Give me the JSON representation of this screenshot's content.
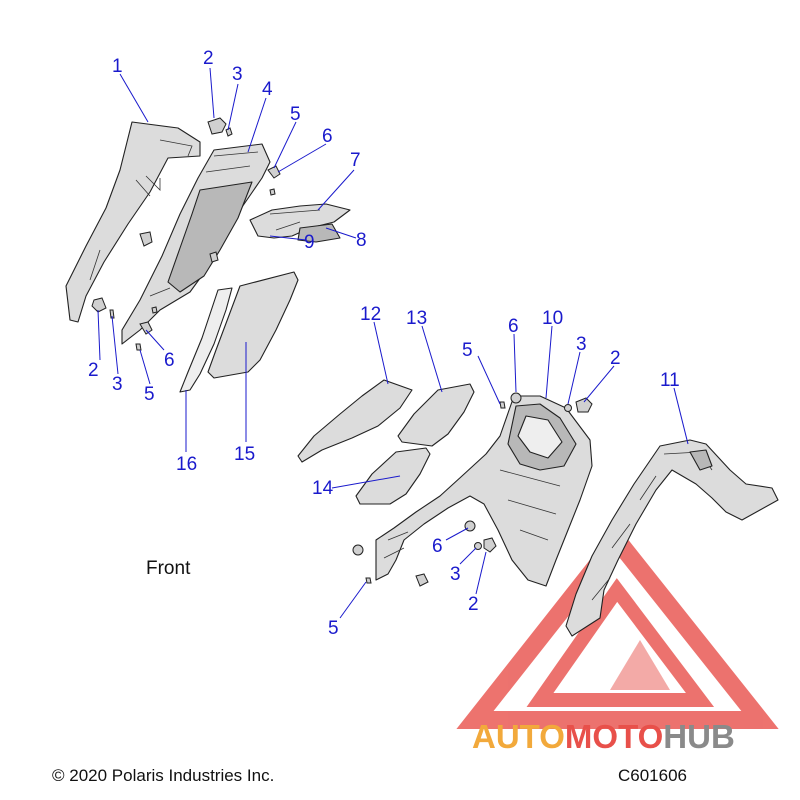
{
  "figure": {
    "callouts": [
      {
        "id": "c1",
        "text": "1"
      },
      {
        "id": "c2a",
        "text": "2"
      },
      {
        "id": "c3a",
        "text": "3"
      },
      {
        "id": "c4",
        "text": "4"
      },
      {
        "id": "c5a",
        "text": "5"
      },
      {
        "id": "c6a",
        "text": "6"
      },
      {
        "id": "c7",
        "text": "7"
      },
      {
        "id": "c8",
        "text": "8"
      },
      {
        "id": "c9",
        "text": "9"
      },
      {
        "id": "c2b",
        "text": "2"
      },
      {
        "id": "c3b",
        "text": "3"
      },
      {
        "id": "c5b",
        "text": "5"
      },
      {
        "id": "c6b",
        "text": "6"
      },
      {
        "id": "c16",
        "text": "16"
      },
      {
        "id": "c15",
        "text": "15"
      },
      {
        "id": "c12",
        "text": "12"
      },
      {
        "id": "c13",
        "text": "13"
      },
      {
        "id": "c14",
        "text": "14"
      },
      {
        "id": "c5c",
        "text": "5"
      },
      {
        "id": "c6c",
        "text": "6"
      },
      {
        "id": "c10",
        "text": "10"
      },
      {
        "id": "c3c",
        "text": "3"
      },
      {
        "id": "c2c",
        "text": "2"
      },
      {
        "id": "c11",
        "text": "11"
      },
      {
        "id": "c6d",
        "text": "6"
      },
      {
        "id": "c3d",
        "text": "3"
      },
      {
        "id": "c2d",
        "text": "2"
      },
      {
        "id": "c5d",
        "text": "5"
      }
    ],
    "front_label": "Front",
    "copyright": "© 2020 Polaris Industries Inc.",
    "drawing_id": "C601606",
    "watermark": {
      "word_part1": "AUTO",
      "word_part2": "MOTO",
      "word_part3": "HUB",
      "color_orange": "#f2a93b",
      "color_red": "#e8504a",
      "color_gray": "#8a8a8a"
    },
    "callout_color": "#1a1acc"
  }
}
